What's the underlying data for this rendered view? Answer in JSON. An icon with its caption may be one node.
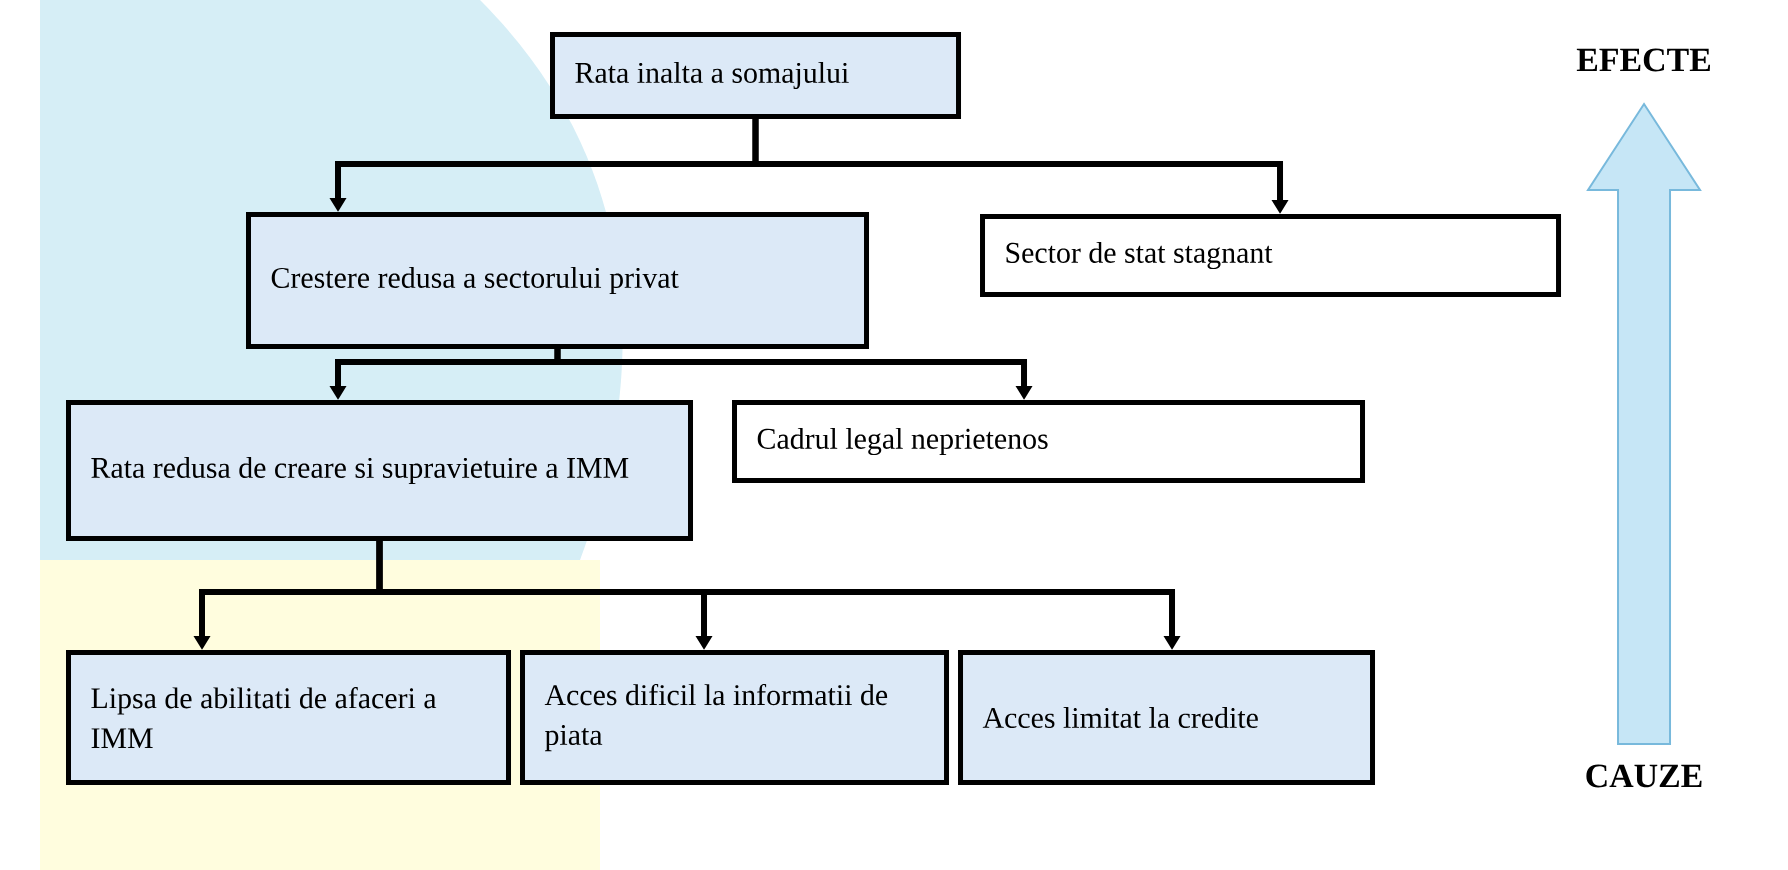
{
  "diagram": {
    "nodes": [
      {
        "text": [
          "Rata inalta a somajului"
        ]
      },
      {
        "text": [
          "Crestere redusa a sectorului privat"
        ]
      },
      {
        "text": [
          "Sector de stat stagnant"
        ]
      },
      {
        "text": [
          "Rata redusa de creare si supravietuire a IMM"
        ]
      },
      {
        "text": [
          "Cadrul legal neprietenos"
        ]
      },
      {
        "text": [
          "Lipsa de abilitati de afaceri a IMM"
        ]
      },
      {
        "text": [
          "Acces dificil la informatii de piata"
        ]
      },
      {
        "text": [
          "Acces limitat la credite"
        ]
      }
    ],
    "edges": [
      {
        "from": 0,
        "to": 1,
        "arrow": "to"
      },
      {
        "from": 0,
        "to": 2,
        "arrow": "to"
      },
      {
        "from": 1,
        "to": 3,
        "arrow": "to"
      },
      {
        "from": 1,
        "to": 4,
        "arrow": "to"
      },
      {
        "from": 3,
        "to": 5,
        "arrow": "to"
      },
      {
        "from": 3,
        "to": 6,
        "arrow": "to"
      },
      {
        "from": 3,
        "to": 7,
        "arrow": "to"
      }
    ],
    "labels": [
      "EFECTE",
      "CAUZE"
    ]
  }
}
